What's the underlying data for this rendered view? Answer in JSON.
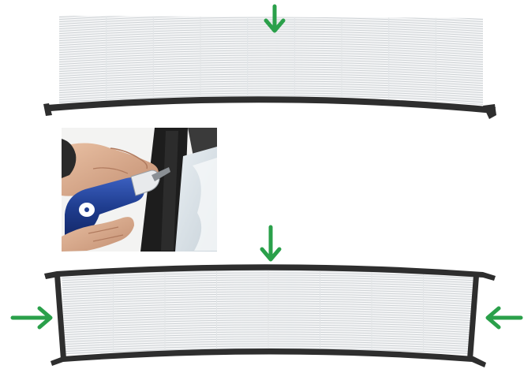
{
  "figure": {
    "panels": [
      {
        "id": "top-panel",
        "description_icon": "flat-mesh-screen-on-curved-rail"
      },
      {
        "id": "photo-panel",
        "description_icon": "hand-tool-crimping-photo"
      },
      {
        "id": "bottom-panel",
        "description_icon": "mesh-screen-fixed-in-frame"
      }
    ],
    "colors": {
      "arrow": "#2aa04a",
      "arrow_dark": "#1f8a3c",
      "frame": "#2e2e2e",
      "mesh_line": "#cfd3d6",
      "mesh_bg": "#f4f5f6",
      "drill_blue": "#1f3d8f",
      "skin": "#d9a98a"
    },
    "arrows": [
      {
        "name": "arrow-down-top",
        "direction": "down"
      },
      {
        "name": "arrow-down-bottom",
        "direction": "down"
      },
      {
        "name": "arrow-right-left",
        "direction": "right"
      },
      {
        "name": "arrow-left-right",
        "direction": "left"
      }
    ]
  }
}
